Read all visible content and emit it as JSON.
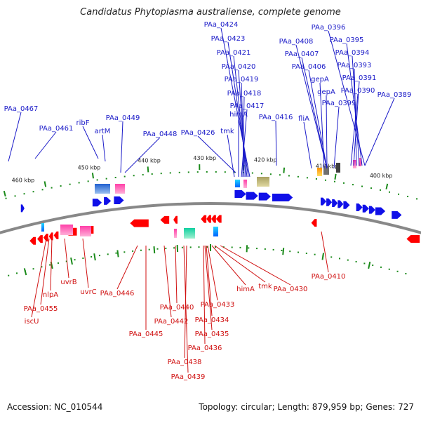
{
  "title": "Candidatus Phytoplasma australiense, complete genome",
  "footer": {
    "accession": "Accession: NC_010544",
    "summary": "Topology: circular; Length: 879,959 bp; Genes: 727"
  },
  "colors": {
    "forward_gene": "#1010e8",
    "reverse_gene": "#ff0000",
    "forward_label": "#1a1ac8",
    "reverse_label": "#d01010",
    "backbone": "#888888",
    "tick_dots": "#1a8a1a"
  },
  "ticks": [
    "460 kbp",
    "450 kbp",
    "440 kbp",
    "430 kbp",
    "420 kbp",
    "410 kbp",
    "400 kbp"
  ],
  "forward_labels": [
    "PAa_0467",
    "PAa_0461",
    "ribF",
    "artM",
    "PAa_0449",
    "PAa_0448",
    "PAa_0426",
    "tmk",
    "himA",
    "PAa_0417",
    "PAa_0418",
    "PAa_0419",
    "PAa_0420",
    "PAa_0421",
    "PAa_0423",
    "PAa_0424",
    "PAa_0416",
    "fliA",
    "gepA",
    "gepA",
    "PAa_0399",
    "PAa_0406",
    "PAa_0407",
    "PAa_0408",
    "PAa_0390",
    "PAa_0391",
    "PAa_0393",
    "PAa_0394",
    "PAa_0395",
    "PAa_0396",
    "PAa_0389"
  ],
  "reverse_labels": [
    "iscU",
    "PAa_0455",
    "nlpA",
    "uvrB",
    "uvrC",
    "PAa_0446",
    "PAa_0445",
    "PAa_0442",
    "PAa_0440",
    "PAa_0439",
    "PAa_0438",
    "PAa_0436",
    "PAa_0435",
    "PAa_0434",
    "PAa_0433",
    "himA",
    "tmk",
    "PAa_0430",
    "PAa_0410"
  ]
}
